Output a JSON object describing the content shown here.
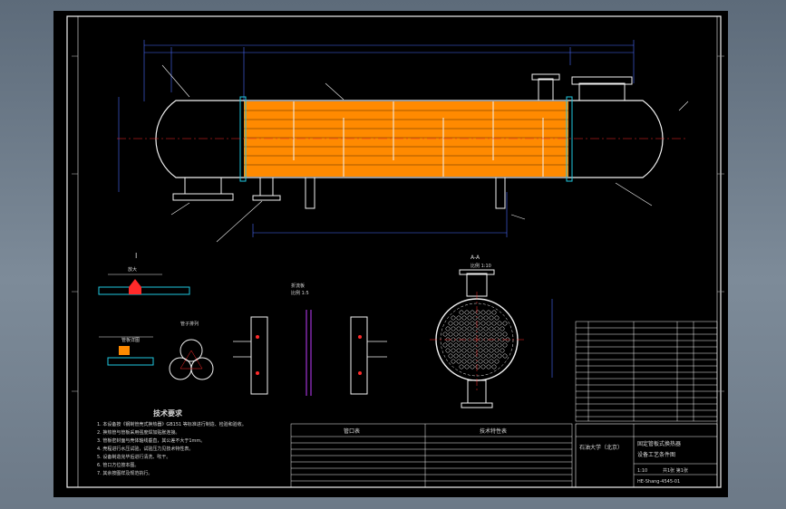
{
  "drawing": {
    "tech_title": "技术要求",
    "tech_lines": [
      "1. 本设备按《钢制管壳式换热器》GB151 等标准进行制造、检验和验收。",
      "2. 换热管与管板采用强度焊加贴胀连接。",
      "3. 管板密封面与壳体轴线垂直，其公差不大于1mm。",
      "4. 壳程进行水压试验，试验压力见技术特性表。",
      "5. 设备制造完毕后进行清洗、吹干。",
      "6. 管口方位按本图。",
      "7. 其余按图样及规范执行。"
    ],
    "detail_labels": {
      "weld": "I",
      "weld_scale": "放大",
      "tube_detail": "管板详图",
      "layout": "管子排列",
      "baffle": "折流板",
      "baffle_scale": "比例 1:5",
      "section": "A-A",
      "section_scale": "比例 1:10"
    },
    "title_block": {
      "school": "石油大学（北京）",
      "name": "固定管板式换热器",
      "subtitle": "设备工艺条件图",
      "scale": "1:10",
      "sheet": "共1张 第1张",
      "dwg_no": "HE-Shang-4545-01"
    },
    "tables": {
      "nozzle_title": "管口表",
      "spec_title": "技术特性表"
    },
    "colors": {
      "tube_orange": "#ff8a00",
      "line_white": "#f2f2f2",
      "dim_blue": "#4a6dff",
      "red": "#ff2a2a",
      "cyan": "#21c8e0"
    }
  }
}
